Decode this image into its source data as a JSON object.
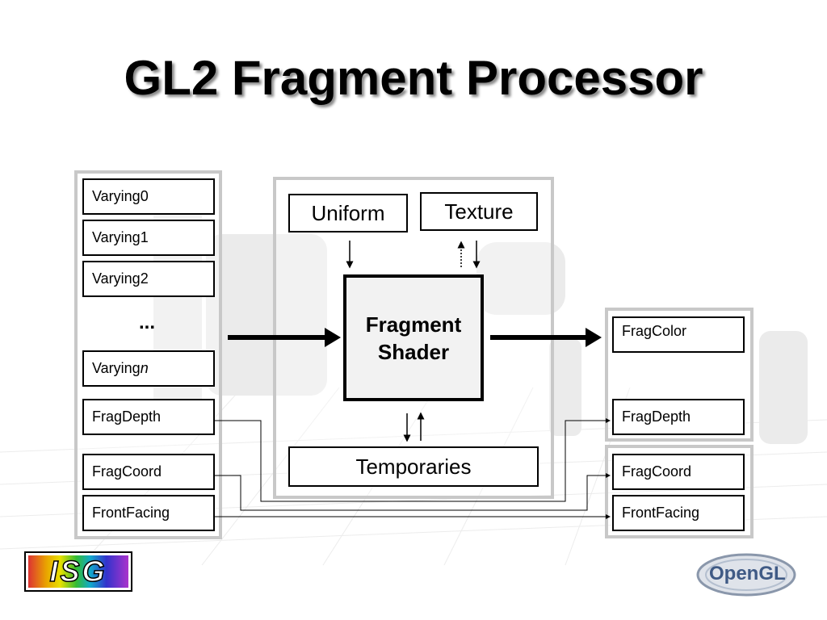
{
  "title": "GL2 Fragment Processor",
  "inputs": {
    "varying0": "Varying0",
    "varying1": "Varying1",
    "varying2": "Varying2",
    "ellipsis": "...",
    "varying_n_prefix": "Varying",
    "varying_n_suffix": "n",
    "frag_depth": "FragDepth",
    "frag_coord": "FragCoord",
    "front_facing": "FrontFacing"
  },
  "shader_block": {
    "uniform": "Uniform",
    "texture": "Texture",
    "shader_line1": "Fragment",
    "shader_line2": "Shader",
    "temporaries": "Temporaries"
  },
  "outputs": {
    "frag_color": "FragColor",
    "frag_depth": "FragDepth",
    "frag_coord": "FragCoord",
    "front_facing": "FrontFacing"
  },
  "logos": {
    "left": "ISG",
    "right": "OpenGL"
  }
}
